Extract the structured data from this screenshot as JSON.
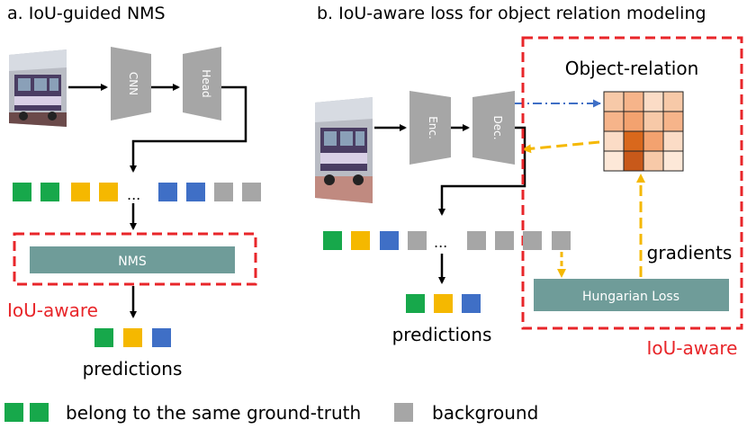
{
  "panel_a": {
    "title": "a. IoU-guided NMS",
    "cnn_label": "CNN",
    "head_label": "Head",
    "ellipsis": "...",
    "nms_label": "NMS",
    "iou_aware": "IoU-aware",
    "predictions": "predictions"
  },
  "panel_b": {
    "title": "b. IoU-aware loss for object relation modeling",
    "enc_label": "Enc.",
    "dec_label": "Dec.",
    "object_relation": "Object-relation",
    "gradients": "gradients",
    "hungarian_loss": "Hungarian Loss",
    "ellipsis": "...",
    "iou_aware": "IoU-aware",
    "predictions": "predictions"
  },
  "legend": {
    "same_gt": "belong to the same ground-truth",
    "background": "background"
  },
  "colors": {
    "green": "#17a84b",
    "yellow": "#f5b800",
    "blue": "#3f6fc6",
    "gray": "#a6a6a6",
    "teal": "#6f9c99",
    "red": "#e8262a",
    "orange_dashed": "#f5b800",
    "blue_dashdot": "#3f6fc6"
  },
  "icons": {
    "input_image": "bus-photo-icon",
    "relation_matrix": "heatmap-grid-icon"
  }
}
